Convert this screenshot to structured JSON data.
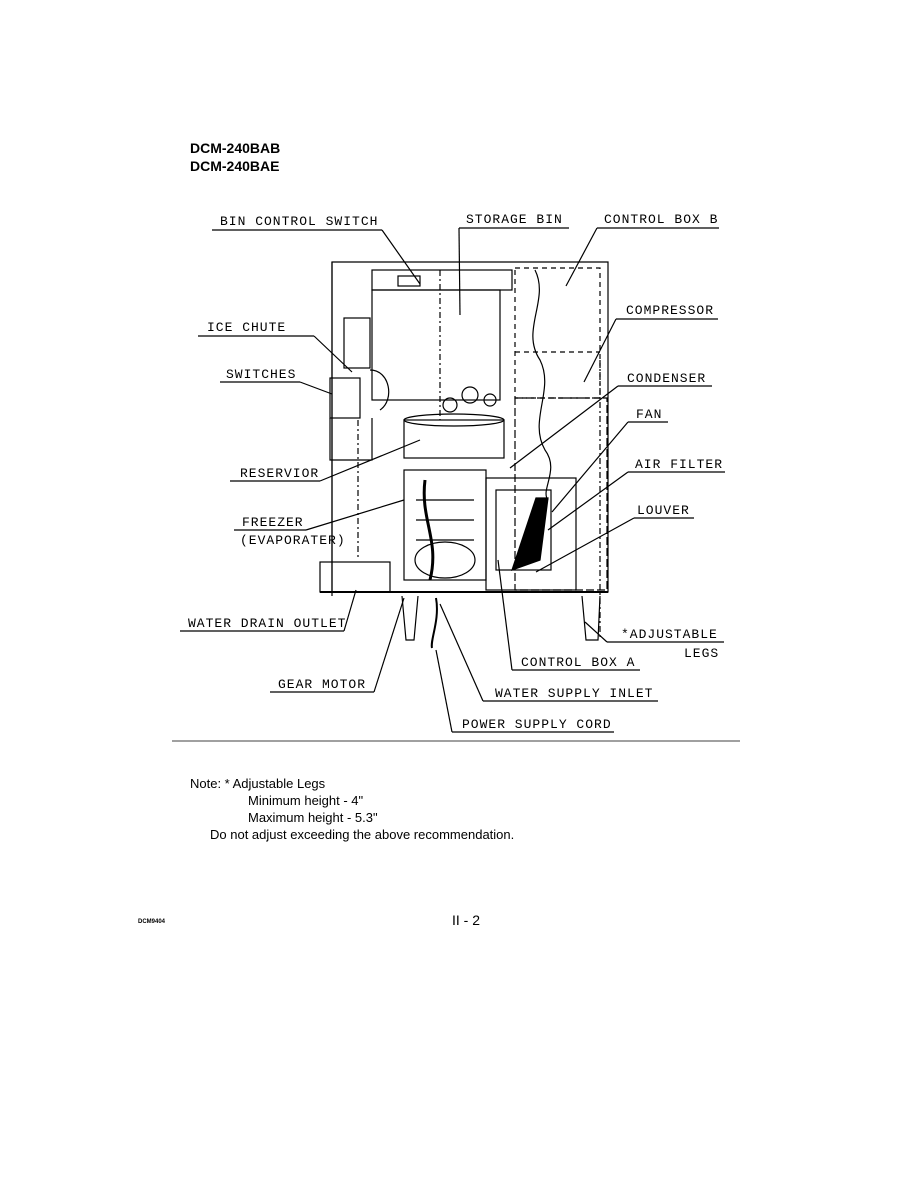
{
  "header": {
    "model_1": "DCM-240BAB",
    "model_2": "DCM-240BAE"
  },
  "labels": {
    "bin_control_switch": "BIN CONTROL SWITCH",
    "storage_bin": "STORAGE BIN",
    "control_box_b": "CONTROL BOX B",
    "compressor": "COMPRESSOR",
    "ice_chute": "ICE CHUTE",
    "switches": "SWITCHES",
    "condenser": "CONDENSER",
    "fan": "FAN",
    "reservior": "RESERVIOR",
    "air_filter": "AIR FILTER",
    "freezer": "FREEZER",
    "evaporater": "(EVAPORATER)",
    "louver": "LOUVER",
    "water_drain_outlet": "WATER DRAIN OUTLET",
    "adjustable": "*ADJUSTABLE",
    "legs": "LEGS",
    "control_box_a": "CONTROL BOX A",
    "gear_motor": "GEAR MOTOR",
    "water_supply_inlet": "WATER SUPPLY INLET",
    "power_supply_cord": "POWER SUPPLY CORD"
  },
  "note": {
    "line1": "Note: * Adjustable Legs",
    "line2": "Minimum height  - 4\"",
    "line3": "Maximum height - 5.3\"",
    "line4": "Do not adjust exceeding the above recommendation."
  },
  "footer": {
    "doc_code": "DCM9404",
    "page": "II - 2"
  }
}
